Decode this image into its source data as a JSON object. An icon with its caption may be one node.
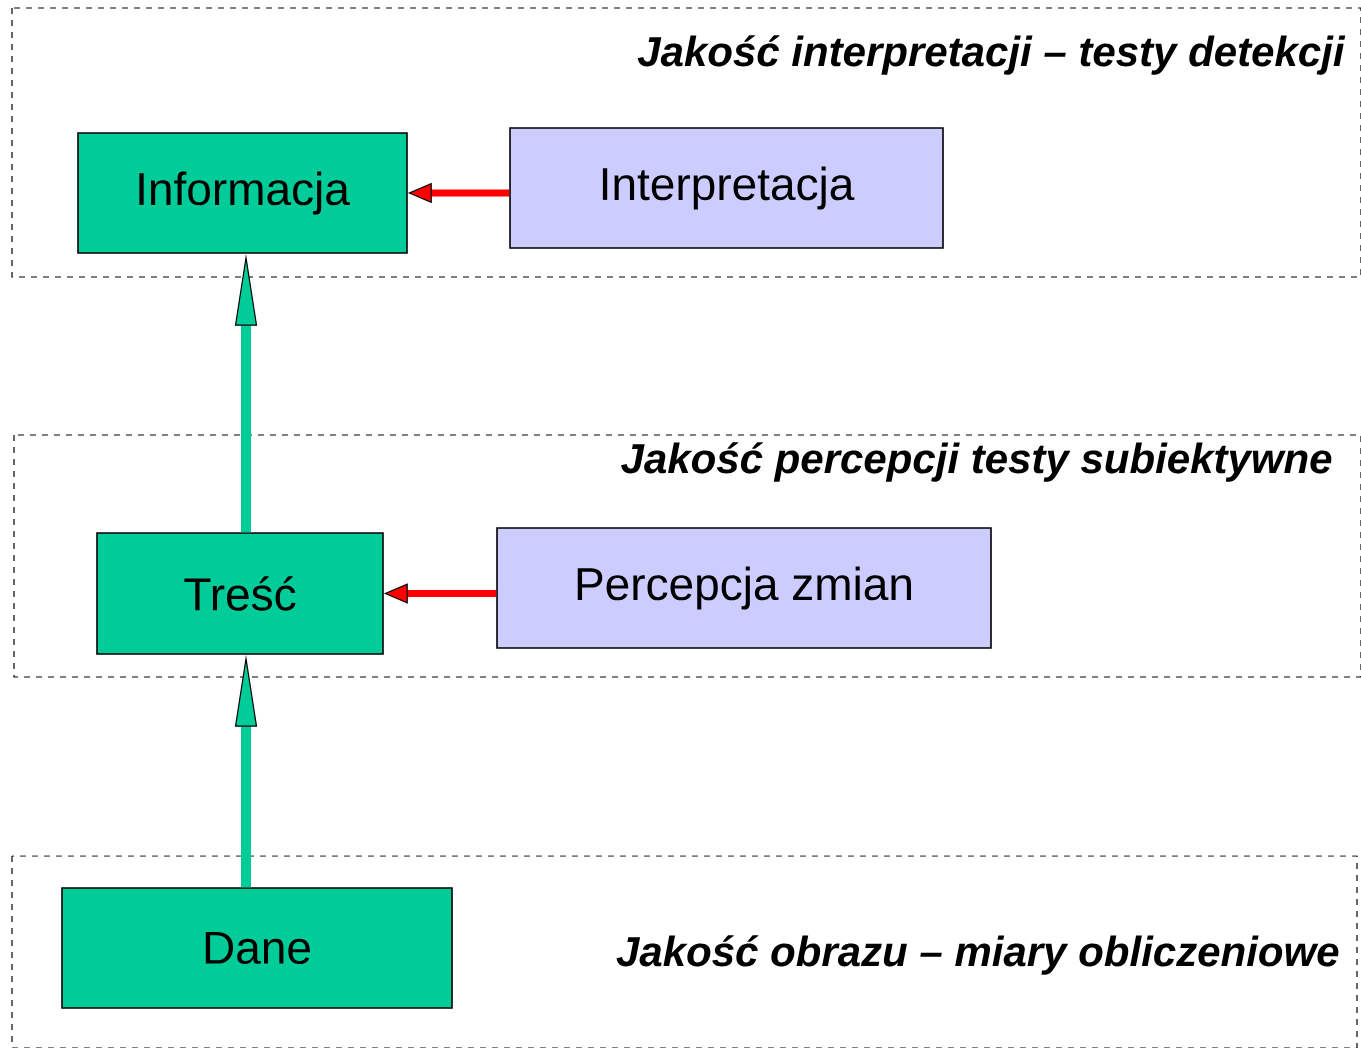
{
  "diagram": {
    "nodes": [
      {
        "text": [
          "Jakość interpretacji – testy detekcji"
        ]
      },
      {
        "text": [
          "Informacja"
        ],
        "in": 0
      },
      {
        "text": [
          "Interpretacja"
        ],
        "in": 0
      },
      {
        "text": [
          "Jakość percepcji testy subiektywne"
        ]
      },
      {
        "text": [
          "Treść"
        ],
        "in": 3
      },
      {
        "text": [
          "Percepcja zmian"
        ],
        "in": 3
      },
      {
        "text": [
          "Jakość obrazu – miary obliczeniowe"
        ]
      },
      {
        "text": [
          "Dane"
        ],
        "in": 6
      }
    ],
    "edges": [
      {
        "from": 2,
        "to": 1,
        "arrow": "to",
        "color": "#ff0000"
      },
      {
        "from": 4,
        "to": 1,
        "arrow": "to",
        "color": "#00cc99"
      },
      {
        "from": 5,
        "to": 4,
        "arrow": "to",
        "color": "#ff0000"
      },
      {
        "from": 7,
        "to": 4,
        "arrow": "to",
        "color": "#00cc99"
      }
    ]
  }
}
